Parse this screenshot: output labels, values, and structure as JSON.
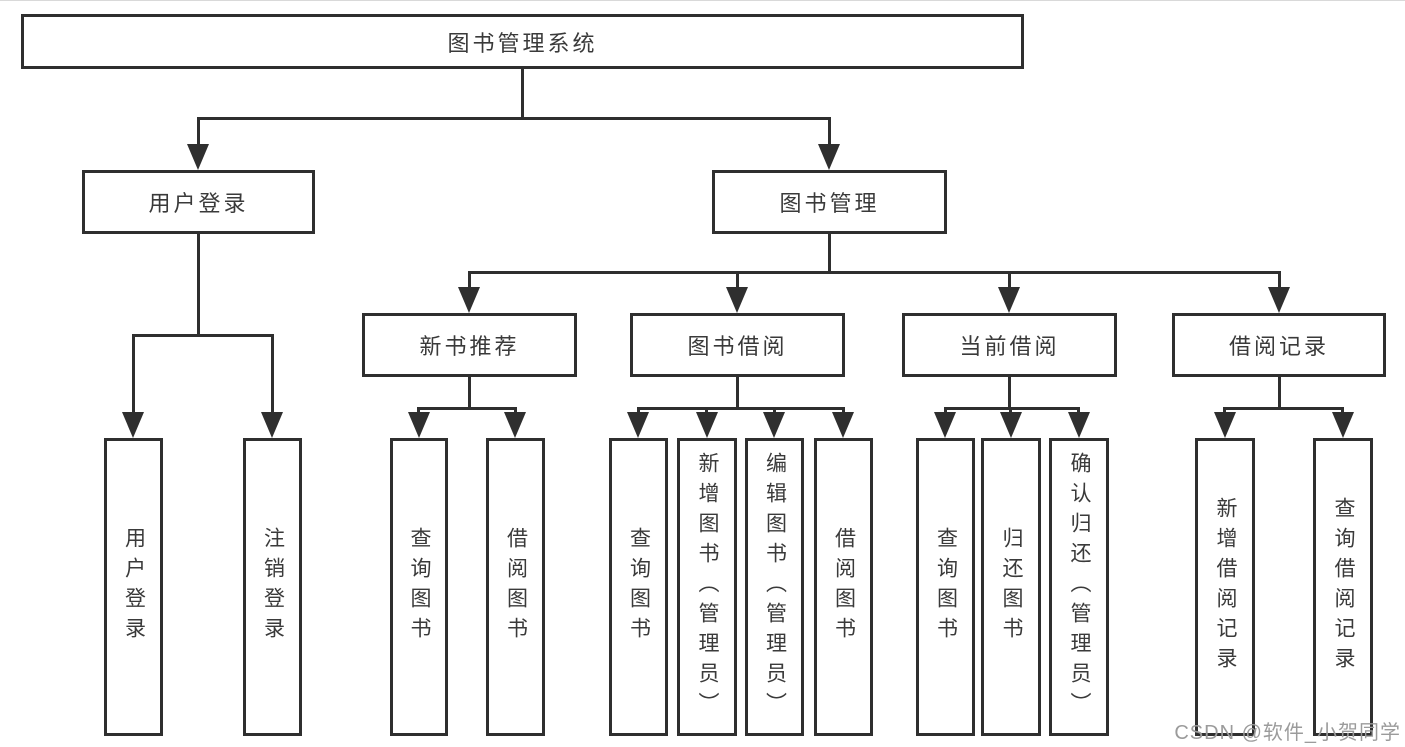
{
  "diagram": {
    "title": "图书管理系统",
    "root": {
      "label": "图书管理系统"
    },
    "level2": [
      {
        "label": "用户登录"
      },
      {
        "label": "图书管理"
      }
    ],
    "level3": [
      {
        "label": "新书推荐"
      },
      {
        "label": "图书借阅"
      },
      {
        "label": "当前借阅"
      },
      {
        "label": "借阅记录"
      }
    ],
    "leaves": {
      "user_login": [
        "用户登录",
        "注销登录"
      ],
      "new_book_recommend": [
        "查询图书",
        "借阅图书"
      ],
      "book_borrow": [
        "查询图书",
        "新增图书（管理员）",
        "编辑图书（管理员）",
        "借阅图书"
      ],
      "current_borrow": [
        "查询图书",
        "归还图书",
        "确认归还（管理员）"
      ],
      "borrow_records": [
        "新增借阅记录",
        "查询借阅记录"
      ]
    }
  },
  "watermark": {
    "text": "CSDN @软件_小贺同学"
  },
  "colors": {
    "line": "#2f2f2f",
    "text": "#3a3a3a",
    "watermark": "#9b9b9b",
    "background": "#ffffff"
  }
}
